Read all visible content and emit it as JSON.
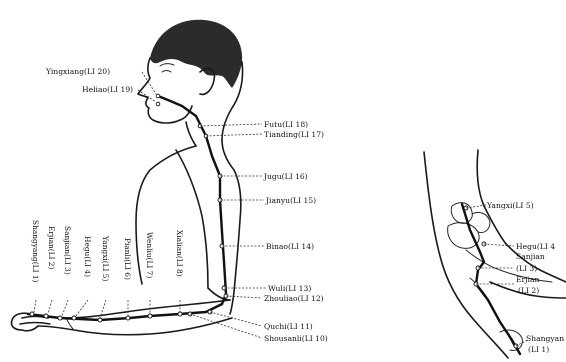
{
  "points": {
    "yingxiang": "Yingxiang(LI 20)",
    "heliao": "Heliao(LI 19)",
    "futu": "Futu(LI 18)",
    "tianding": "Tianding(LI 17)",
    "jugu": "Jugu(LI 16)",
    "jianyu": "Jianyu(LI 15)",
    "binao": "Binao(LI 14)",
    "wuli": "Wuli(LI 13)",
    "zhouliao": "Zhouliao(LI 12)",
    "quchi": "Quchi(LI 11)",
    "shousanli": "Shousanli(LI 10)",
    "xialian": "Xialian(LI 8)",
    "wenliu": "Wenliu(LI 7)",
    "pianli": "Pianli(LI 6)",
    "yangxi": "Yangxi(LI 5)",
    "hegu_side": "Hegu(LI 4)",
    "sanjian_side": "Sanjian(LI 3)",
    "erjian_side": "Erjian(LI 2)",
    "shangyang_side": "Shangyang(LI 1)"
  },
  "hand_points": {
    "yangxi": "Yangxi(LI 5)",
    "hegu": "Hegu(LI 4",
    "sanjian_a": "Sanjian",
    "sanjian_b": "(LI 3)",
    "erjian_a": "Erjian",
    "erjian_b": "(LI 2)",
    "shangyang_a": "Shangyan",
    "shangyang_b": "(LI 1)"
  }
}
